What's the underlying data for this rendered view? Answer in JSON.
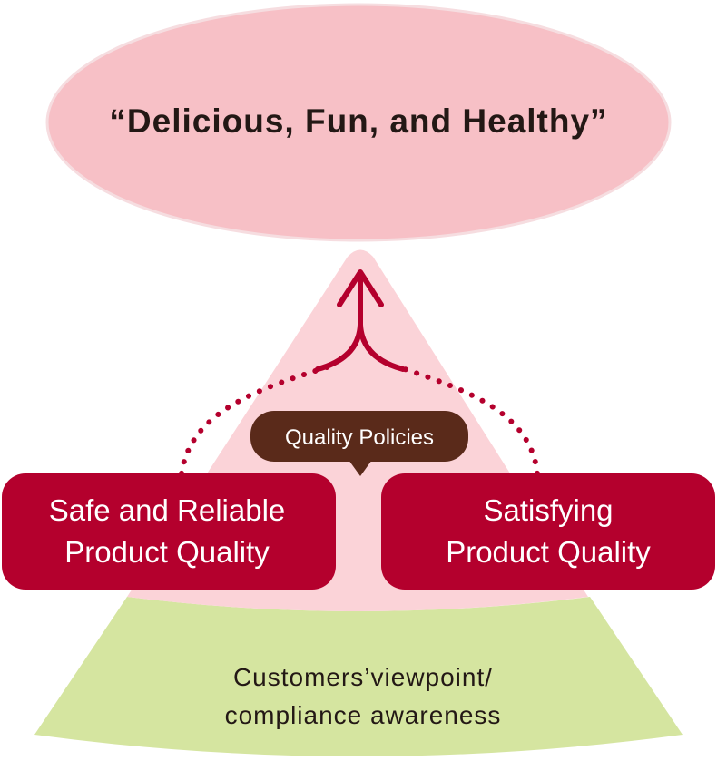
{
  "diagram": {
    "goal": {
      "text": "“Delicious, Fun, and Healthy”"
    },
    "policies_label": "Quality Policies",
    "left_box": {
      "line1": "Safe and Reliable",
      "line2": "Product Quality"
    },
    "right_box": {
      "line1": "Satisfying",
      "line2": "Product Quality"
    },
    "foundation": {
      "line1": "Customers’viewpoint/",
      "line2": "compliance awareness"
    },
    "colors": {
      "ellipse_fill": "#f7c0c6",
      "ellipse_stroke": "#f4d9dc",
      "triangle_fill": "#fbd3d8",
      "foundation_fill": "#d5e5a0",
      "box_fill": "#b4002d",
      "policy_fill": "#5a2a1a",
      "arrow_color": "#b4002d",
      "text_dark": "#231815"
    }
  }
}
